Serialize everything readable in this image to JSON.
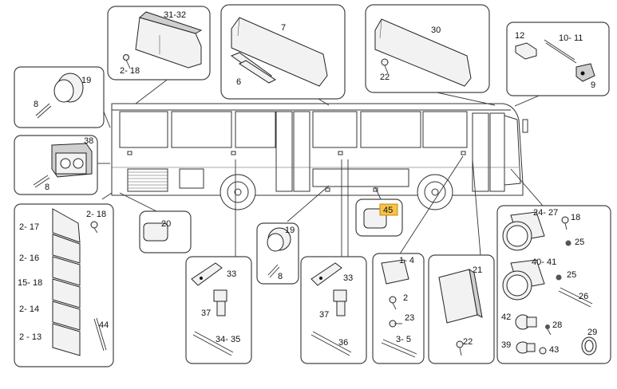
{
  "labels": {
    "l31_32": "31-32",
    "l2_18_top": "2- 18",
    "l7": "7",
    "l6": "6",
    "l30": "30",
    "l22_top": "22",
    "l12": "12",
    "l10_11": "10- 11",
    "l9": "9",
    "l19_top": "19",
    "l8_top": "8",
    "l38": "38",
    "l8_mid": "8",
    "l2_17": "2- 17",
    "l2_18_left": "2- 18",
    "l2_16": "2- 16",
    "l15_18": "15- 18",
    "l2_14": "2- 14",
    "l2_13": "2 - 13",
    "l44": "44",
    "l20": "20",
    "l19_mid": "19",
    "l8_low": "8",
    "l33_a": "33",
    "l37_a": "37",
    "l34_35": "34- 35",
    "l33_b": "33",
    "l37_b": "37",
    "l36": "36",
    "l45": "45",
    "l1_4": "1- 4",
    "l2_mid": "2",
    "l23": "23",
    "l3_5": "3- 5",
    "l21": "21",
    "l22_low": "22",
    "l24_27": "24- 27",
    "l18_right": "18",
    "l25_a": "25",
    "l40_41": "40- 41",
    "l25_b": "25",
    "l26": "26",
    "l42": "42",
    "l28": "28",
    "l29": "29",
    "l39": "39",
    "l43": "43"
  },
  "colors": {
    "highlight": "#f7c24a",
    "outline": "#444444"
  }
}
